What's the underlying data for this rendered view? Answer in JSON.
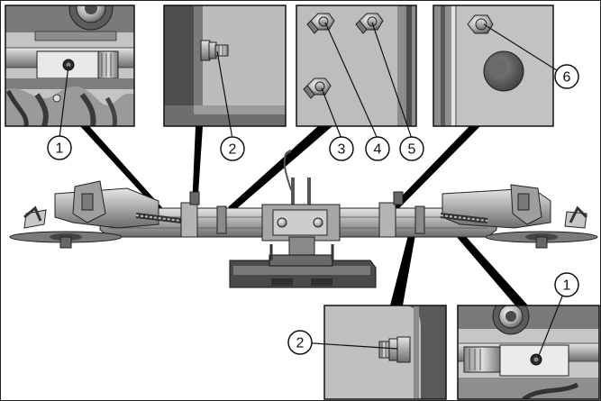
{
  "figure": {
    "callouts": {
      "top_left_1": "1",
      "top_2": "2",
      "top_3": "3",
      "top_4": "4",
      "top_5": "5",
      "top_6": "6",
      "bottom_2": "2",
      "bottom_1": "1"
    },
    "colors": {
      "photo_bg": "#b8b8b8",
      "photo_dark": "#5a5a5a",
      "metal_light": "#dcdcdc",
      "metal_mid": "#9a9a9a",
      "metal_dark": "#3c3c3c",
      "line": "#111111"
    }
  }
}
